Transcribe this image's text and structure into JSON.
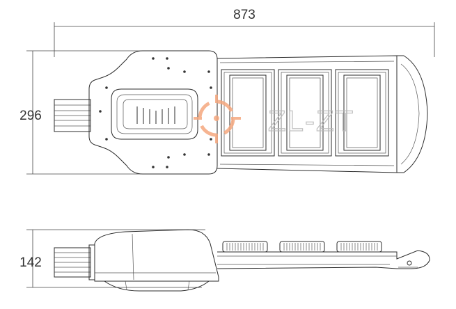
{
  "dimensions": {
    "overall_length": "873",
    "width": "296",
    "height": "142"
  },
  "watermark": {
    "text": "ZL-ZT",
    "accent_color": "#f5a77e",
    "text_color": "#b9b9b9"
  },
  "colors": {
    "line": "#2b2b2b",
    "background": "#ffffff"
  }
}
